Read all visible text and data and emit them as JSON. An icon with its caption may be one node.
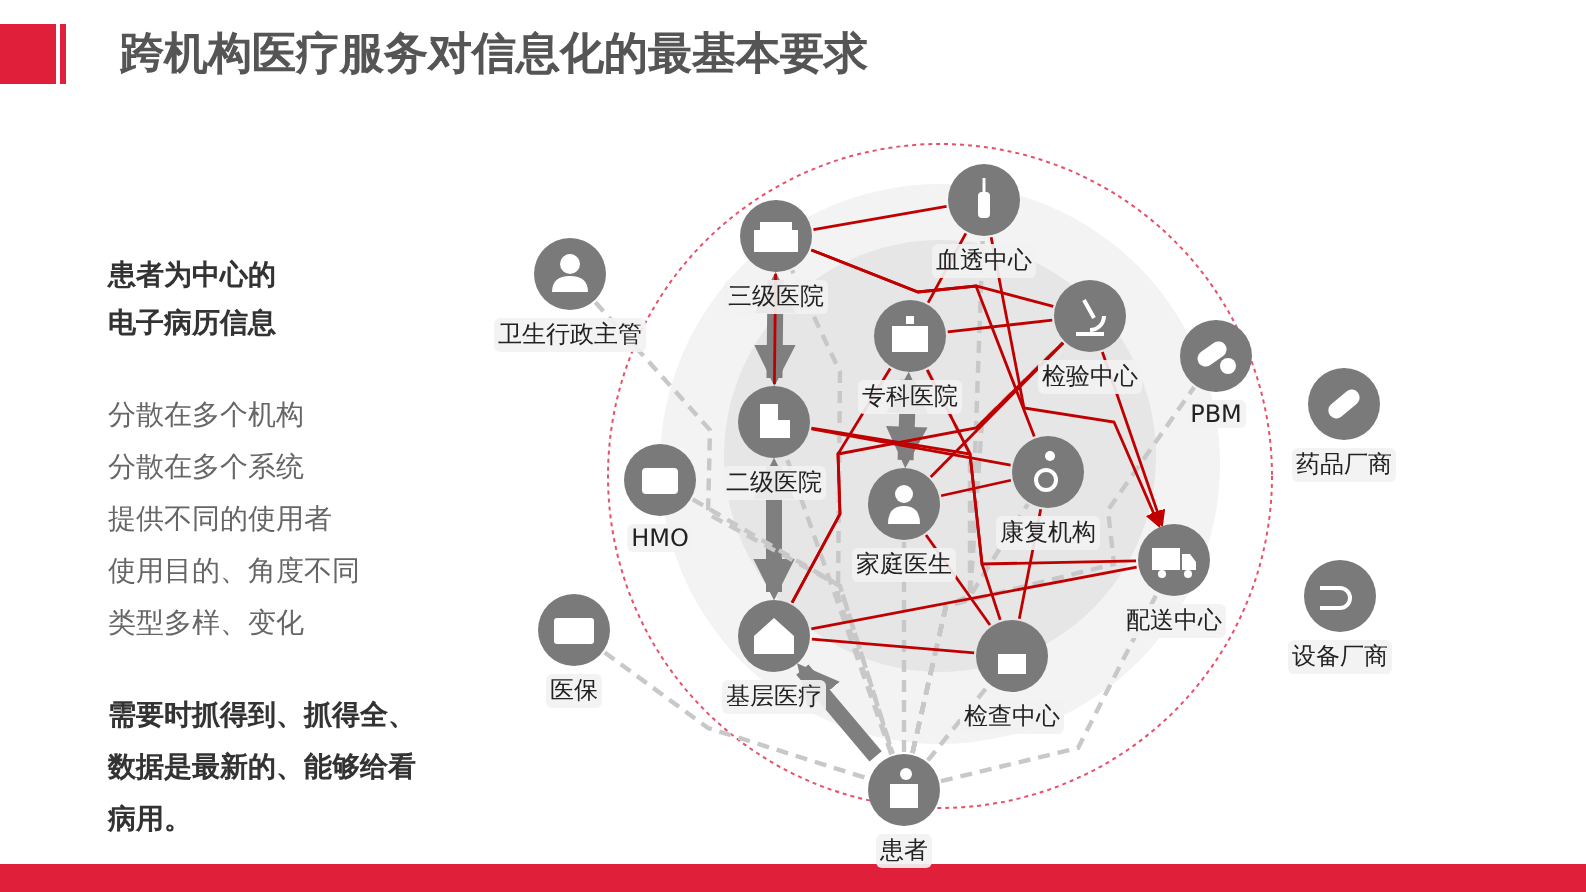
{
  "diagram": {
    "title": "跨机构医疗服务对信息化的最基本要求",
    "nodes": [
      {
        "text": [
          "卫生行政主管"
        ]
      },
      {
        "text": [
          "三级医院"
        ]
      },
      {
        "text": [
          "血透中心"
        ]
      },
      {
        "text": [
          "专科医院"
        ]
      },
      {
        "text": [
          "检验中心"
        ]
      },
      {
        "text": [
          "PBM"
        ]
      },
      {
        "text": [
          "药品厂商"
        ]
      },
      {
        "text": [
          "二级医院"
        ]
      },
      {
        "text": [
          "HMO"
        ]
      },
      {
        "text": [
          "康复机构"
        ]
      },
      {
        "text": [
          "家庭医生"
        ]
      },
      {
        "text": [
          "配送中心"
        ]
      },
      {
        "text": [
          "设备厂商"
        ]
      },
      {
        "text": [
          "医保"
        ]
      },
      {
        "text": [
          "基层医疗"
        ]
      },
      {
        "text": [
          "检查中心"
        ]
      },
      {
        "text": [
          "患者"
        ]
      }
    ],
    "edges": [
      {
        "from": 1,
        "to": 7,
        "arrow": "both",
        "style": "thick",
        "color": "#7f7f7f"
      },
      {
        "from": 3,
        "to": 10,
        "arrow": "both",
        "style": "thick",
        "color": "#7f7f7f"
      },
      {
        "from": 7,
        "to": 14,
        "arrow": "both",
        "style": "thick",
        "color": "#7f7f7f"
      },
      {
        "from": 16,
        "to": 14,
        "arrow": "to",
        "style": "thick",
        "color": "#7f7f7f"
      },
      {
        "from": 16,
        "to": 7,
        "arrow": "none",
        "style": "dashed",
        "color": "#c8c8c8"
      },
      {
        "from": 16,
        "to": 1,
        "arrow": "none",
        "style": "dashed",
        "color": "#c8c8c8"
      },
      {
        "from": 16,
        "to": 3,
        "arrow": "none",
        "style": "dashed",
        "color": "#c8c8c8"
      },
      {
        "from": 16,
        "to": 10,
        "arrow": "none",
        "style": "dashed",
        "color": "#c8c8c8"
      },
      {
        "from": 16,
        "to": 2,
        "arrow": "none",
        "style": "dashed",
        "color": "#c8c8c8"
      },
      {
        "from": 16,
        "to": 4,
        "arrow": "none",
        "style": "dashed",
        "color": "#c8c8c8"
      },
      {
        "from": 16,
        "to": 9,
        "arrow": "none",
        "style": "dashed",
        "color": "#c8c8c8"
      },
      {
        "from": 16,
        "to": 15,
        "arrow": "none",
        "style": "dashed",
        "color": "#c8c8c8"
      },
      {
        "from": 16,
        "to": 11,
        "arrow": "none",
        "style": "dashed",
        "color": "#c8c8c8"
      },
      {
        "from": 16,
        "to": 5,
        "arrow": "none",
        "style": "dashed",
        "color": "#c8c8c8"
      },
      {
        "from": 0,
        "to": 16,
        "arrow": "none",
        "style": "dashed",
        "color": "#c8c8c8"
      },
      {
        "from": 13,
        "to": 16,
        "arrow": "none",
        "style": "dashed",
        "color": "#c8c8c8"
      },
      {
        "from": 8,
        "to": 16,
        "arrow": "none",
        "style": "dashed",
        "color": "#c8c8c8"
      },
      {
        "from": 1,
        "to": 2,
        "arrow": "none"
      },
      {
        "from": 1,
        "to": 4,
        "arrow": "none"
      },
      {
        "from": 1,
        "to": 9,
        "arrow": "none"
      },
      {
        "from": 2,
        "to": 3,
        "arrow": "none"
      },
      {
        "from": 2,
        "to": 11,
        "arrow": "to"
      },
      {
        "from": 3,
        "to": 4,
        "arrow": "none"
      },
      {
        "from": 3,
        "to": 15,
        "arrow": "none"
      },
      {
        "from": 10,
        "to": 4,
        "arrow": "none"
      },
      {
        "from": 10,
        "to": 9,
        "arrow": "none"
      },
      {
        "from": 14,
        "to": 4,
        "arrow": "none"
      },
      {
        "from": 14,
        "to": 11,
        "arrow": "none"
      },
      {
        "from": 14,
        "to": 15,
        "arrow": "none"
      },
      {
        "from": 7,
        "to": 9,
        "arrow": "none"
      },
      {
        "from": 7,
        "to": 11,
        "arrow": "none"
      },
      {
        "from": 14,
        "to": 3,
        "arrow": "none"
      },
      {
        "from": 15,
        "to": 9,
        "arrow": "none"
      },
      {
        "from": 10,
        "to": 15,
        "arrow": "none"
      },
      {
        "from": 4,
        "to": 11,
        "arrow": "to"
      },
      {
        "from": 1,
        "to": 7,
        "arrow": "none"
      }
    ],
    "labels": [
      "患者为中心的电子病历信息",
      "分散在多个机构",
      "分散在多个系统",
      "提供不同的使用者",
      "使用目的、角度不同",
      "类型多样、变化",
      "需要时抓得到、抓得全、数据是最新的、能够给看病用。"
    ]
  }
}
